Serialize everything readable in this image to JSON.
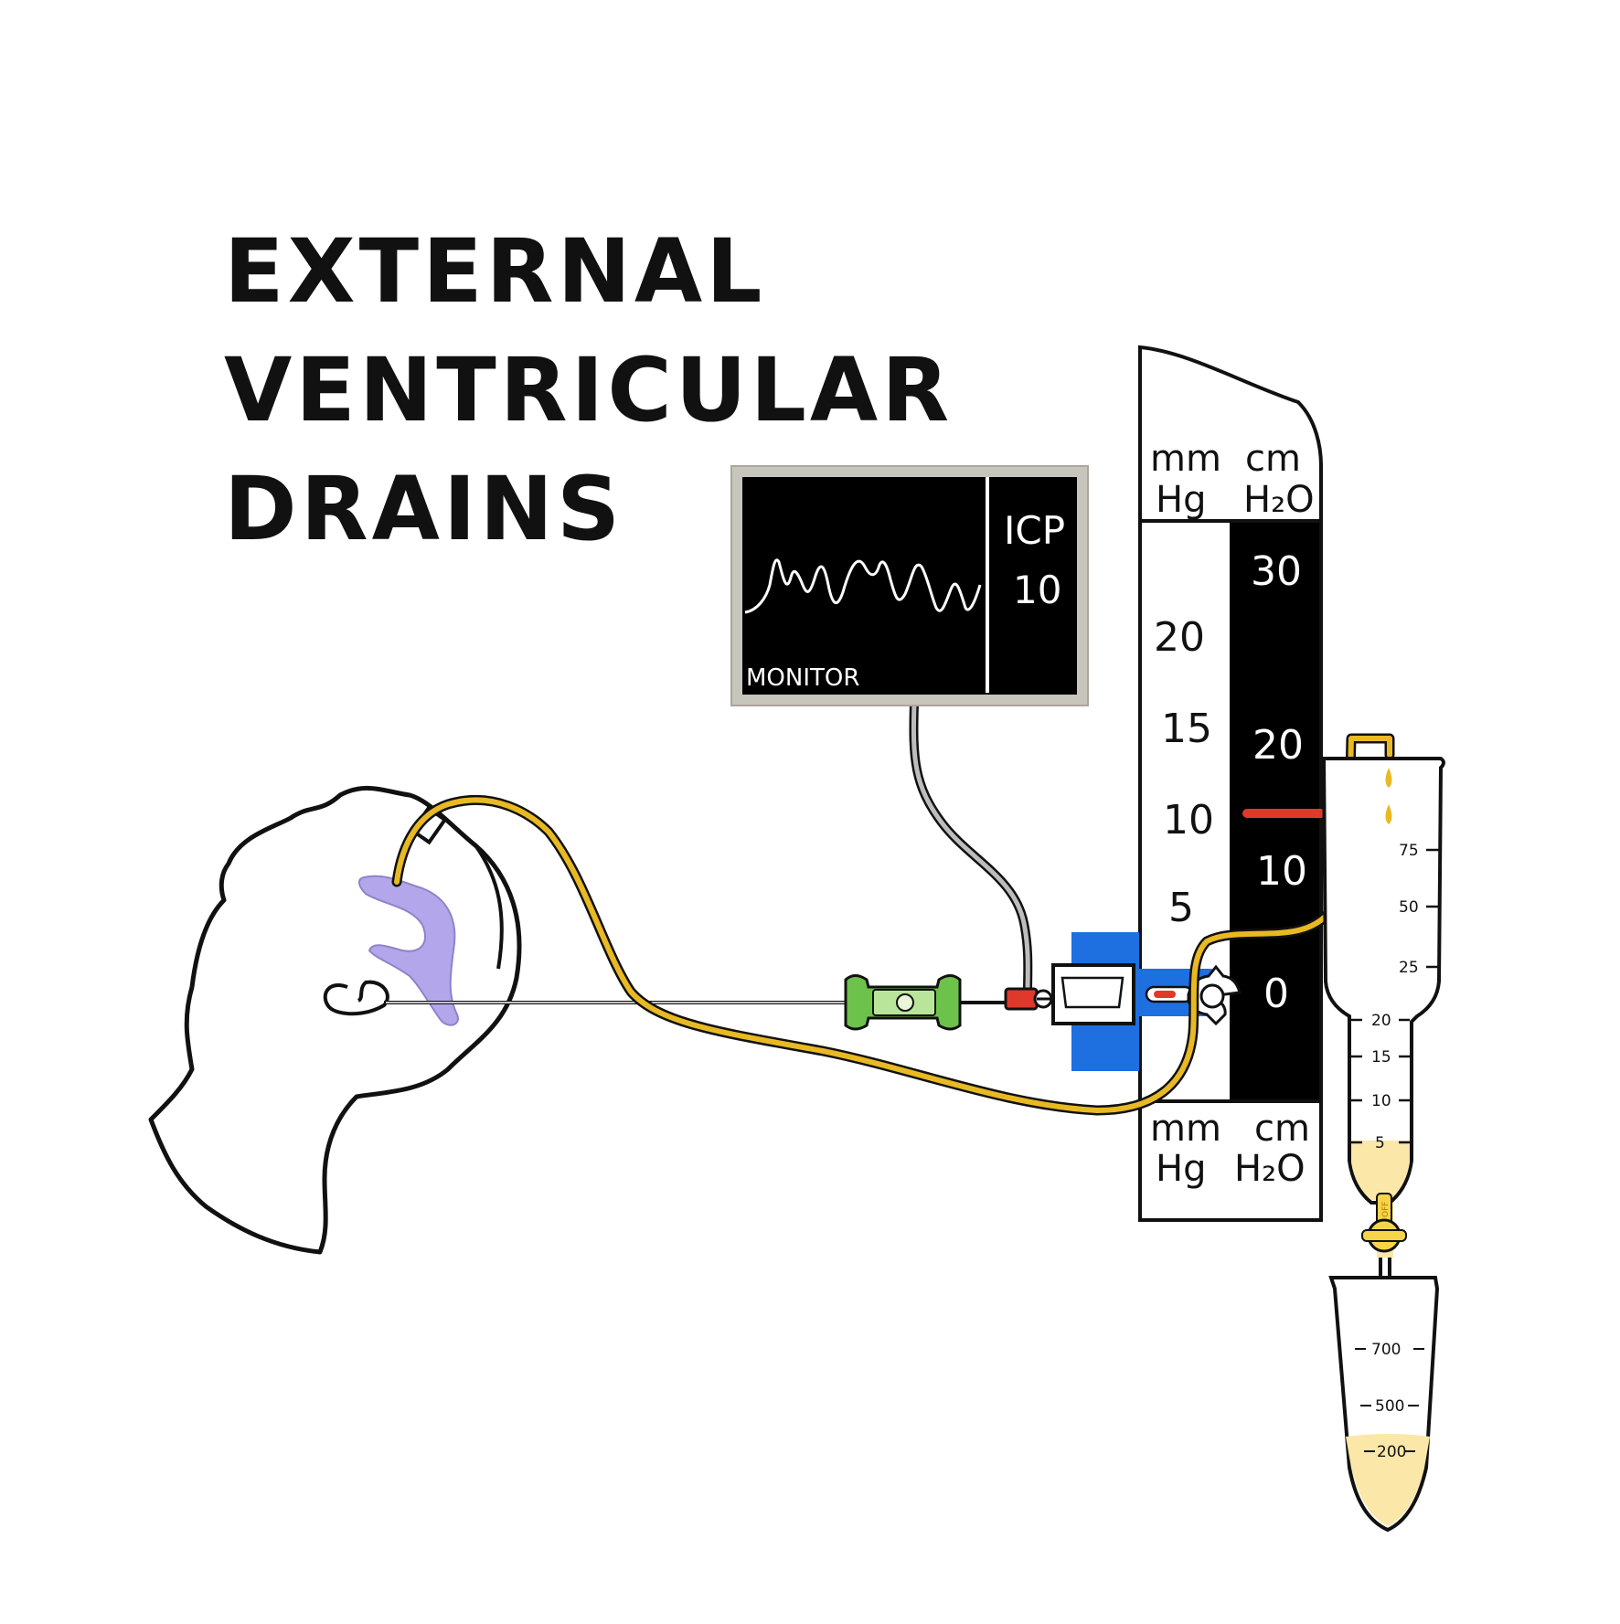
{
  "title": {
    "line1": "EXTERNAL",
    "line2": "VENTRICULAR",
    "line3": "DRAINS"
  },
  "monitor": {
    "label": "MONITOR",
    "param": "ICP",
    "value": "10"
  },
  "scale": {
    "unit_left_top_1": "mm",
    "unit_left_top_2": "Hg",
    "unit_right_top_1": "cm",
    "unit_right_top_2": "H₂O",
    "unit_left_bottom_1": "mm",
    "unit_left_bottom_2": "Hg",
    "unit_right_bottom_1": "cm",
    "unit_right_bottom_2": "H₂O",
    "mmhg_marks": [
      "20",
      "15",
      "10",
      "5"
    ],
    "cmh2o_marks": [
      "30",
      "20",
      "10",
      "0"
    ]
  },
  "chamber": {
    "marks": [
      "75",
      "50",
      "25",
      "20",
      "15",
      "10",
      "5"
    ],
    "stopcock_label": "OFF"
  },
  "bag": {
    "marks": [
      "700",
      "500",
      "200"
    ]
  },
  "colors": {
    "ink": "#111111",
    "csf_tube": "#e8b923",
    "csf_fluid": "#fbe7a8",
    "ventricle": "#b3a6ea",
    "level_bubble": "#6cc24a",
    "clamp_blue": "#1e6fe0",
    "transducer_red": "#e0392b",
    "monitor_bezel": "#c8c5bd",
    "zero_marker": "#e0392b"
  }
}
